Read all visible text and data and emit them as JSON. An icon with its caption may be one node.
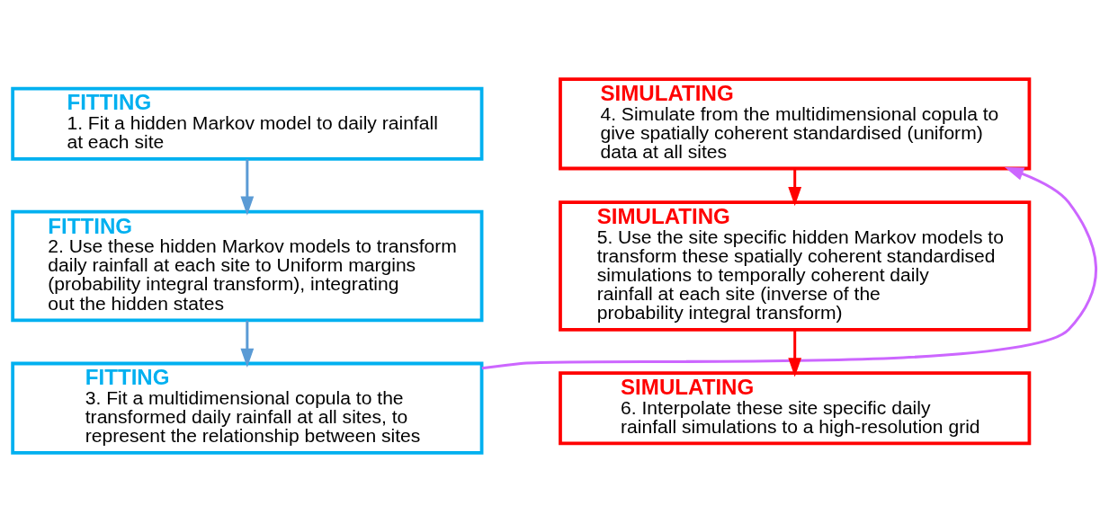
{
  "diagram": {
    "nodes": [
      {
        "text": [
          "FITTING",
          "1. Fit a hidden Markov model to daily rainfall at each site"
        ]
      },
      {
        "text": [
          "FITTING",
          "2. Use these hidden Markov models to transform daily rainfall at each site to Uniform margins (probability integral transform), integrating out the hidden states"
        ]
      },
      {
        "text": [
          "FITTING",
          "3. Fit a multidimensional copula to the transformed daily rainfall at all sites, to represent the relationship between sites"
        ]
      },
      {
        "text": [
          "SIMULATING",
          "4. Simulate from the multidimensional copula to give spatially coherent standardised (uniform) data at all sites"
        ]
      },
      {
        "text": [
          "SIMULATING",
          "5. Use the site specific hidden Markov models to transform these spatially coherent standardised simulations to temporally coherent daily rainfall at each site (inverse of the probability integral transform)"
        ]
      },
      {
        "text": [
          "SIMULATING",
          "6. Interpolate these site specific daily rainfall simulations to a high-resolution grid"
        ]
      }
    ],
    "edges": [
      {
        "from": 0,
        "to": 1,
        "arrow": "to",
        "color": "#5b9bd5"
      },
      {
        "from": 1,
        "to": 2,
        "arrow": "to",
        "color": "#5b9bd5"
      },
      {
        "from": 2,
        "to": 3,
        "arrow": "to",
        "color": "#cc66ff"
      },
      {
        "from": 3,
        "to": 4,
        "arrow": "to",
        "color": "#ff0000"
      },
      {
        "from": 4,
        "to": 5,
        "arrow": "to",
        "color": "#ff0000"
      }
    ]
  }
}
